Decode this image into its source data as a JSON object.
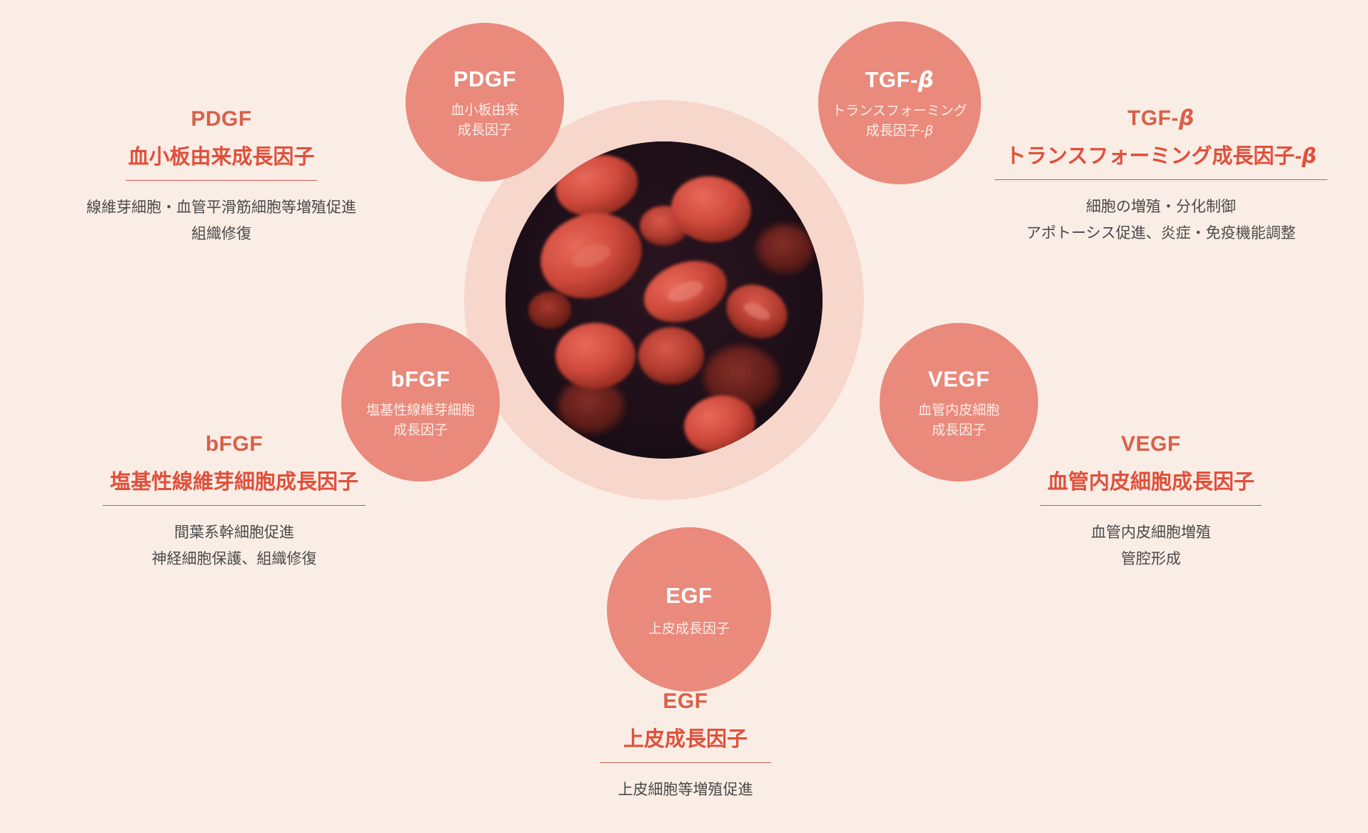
{
  "theme": {
    "background": "#FAEDE5",
    "bubble_fill": "#E98A7C",
    "ring_fill": "#F7D6CC",
    "accent_red": "#E0503C",
    "abbr_red": "#D9604A",
    "body_text": "#4A4A4A",
    "rule_color": "#C9604D",
    "photo_dark": "#1d0f16"
  },
  "center": {
    "image_name": "red-blood-cells-photo",
    "description": "Photomicrograph of red blood cells on a dark background"
  },
  "bubbles": [
    {
      "id": "pdgf",
      "abbr": "PDGF",
      "lines": [
        "血小板由来",
        "成長因子"
      ]
    },
    {
      "id": "tgf-beta",
      "abbr": "TGF-",
      "abbr_beta": "β",
      "lines": [
        "トランスフォーミング",
        "成長因子-"
      ],
      "line2_beta": "β"
    },
    {
      "id": "bfgf",
      "abbr": "bFGF",
      "lines": [
        "塩基性線維芽細胞",
        "成長因子"
      ]
    },
    {
      "id": "vegf",
      "abbr": "VEGF",
      "lines": [
        "血管内皮細胞",
        "成長因子"
      ]
    },
    {
      "id": "egf",
      "abbr": "EGF",
      "lines": [
        "上皮成長因子"
      ]
    }
  ],
  "labels": [
    {
      "id": "pdgf",
      "abbr": "PDGF",
      "title": "血小板由来成長因子",
      "desc": [
        "線維芽細胞・血管平滑筋細胞等増殖促進",
        "組織修復"
      ]
    },
    {
      "id": "tgf-beta",
      "abbr": "TGF-",
      "abbr_beta": "β",
      "title": "トランスフォーミング成長因子-",
      "title_beta": "β",
      "desc": [
        "細胞の増殖・分化制御",
        "アポトーシス促進、炎症・免疫機能調整"
      ]
    },
    {
      "id": "bfgf",
      "abbr": "bFGF",
      "title": "塩基性線維芽細胞成長因子",
      "desc": [
        "間葉系幹細胞促進",
        "神経細胞保護、組織修復"
      ]
    },
    {
      "id": "vegf",
      "abbr": "VEGF",
      "title": "血管内皮細胞成長因子",
      "desc": [
        "血管内皮細胞増殖",
        "管腔形成"
      ]
    },
    {
      "id": "egf",
      "abbr": "EGF",
      "title": "上皮成長因子",
      "desc": [
        "上皮細胞等増殖促進"
      ]
    }
  ]
}
